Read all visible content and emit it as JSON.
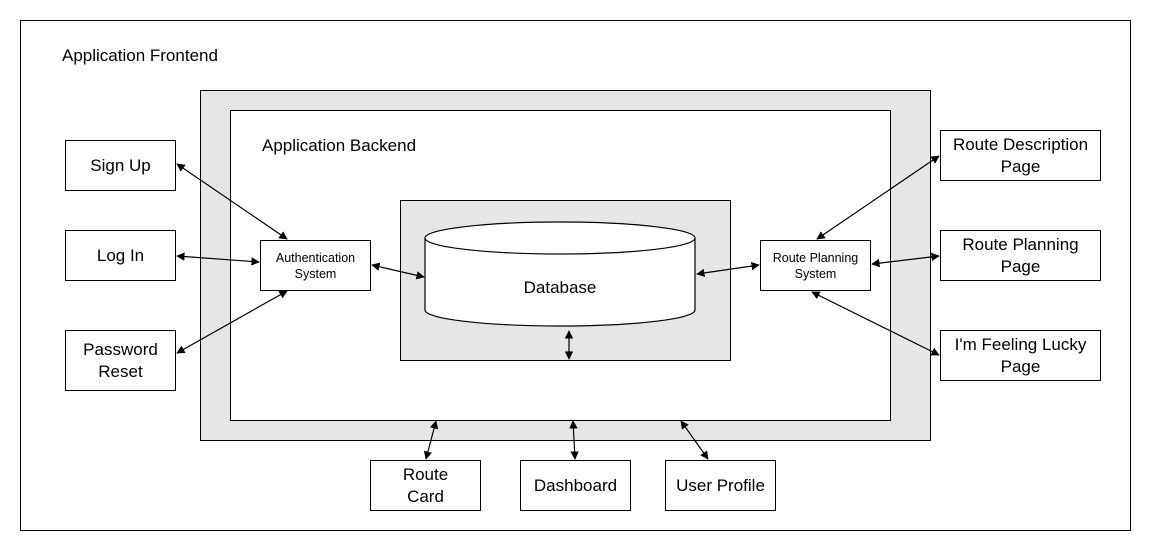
{
  "frontend": {
    "title": "Application Frontend"
  },
  "backend": {
    "title": "Application Backend"
  },
  "database": {
    "label": "Database"
  },
  "services": {
    "auth": "Authentication\nSystem",
    "route_planning": "Route Planning\nSystem"
  },
  "left_pages": {
    "sign_up": "Sign Up",
    "log_in": "Log In",
    "password_reset": "Password\nReset"
  },
  "right_pages": {
    "route_description": "Route Description\nPage",
    "route_planning": "Route Planning\nPage",
    "feeling_lucky": "I'm Feeling Lucky\nPage"
  },
  "bottom_pages": {
    "route_card": "Route\nCard",
    "dashboard": "Dashboard",
    "user_profile": "User Profile"
  }
}
